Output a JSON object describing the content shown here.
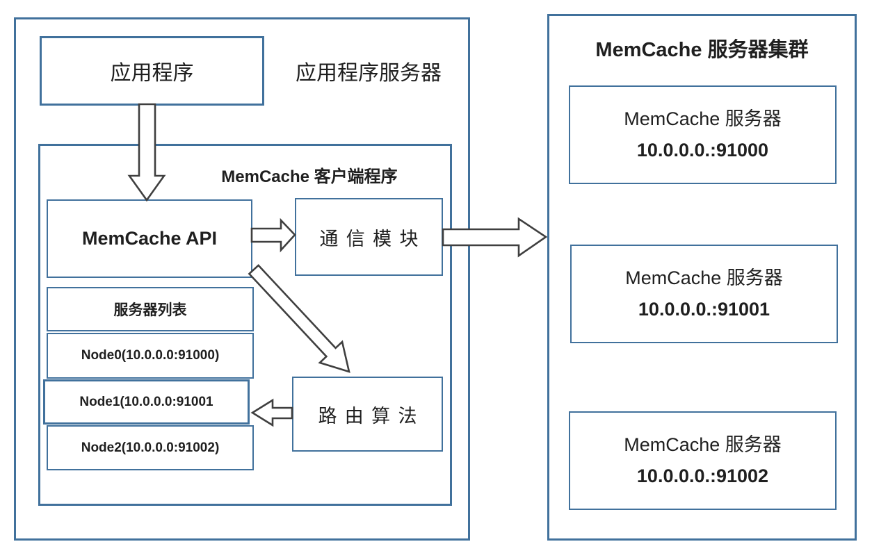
{
  "diagram": {
    "app_server": {
      "label": "应用程序服务器",
      "app_box_label": "应用程序",
      "client": {
        "label": "MemCache 客户端程序",
        "api_box_label": "MemCache API",
        "comm_box_label": "通信模块",
        "routing_box_label": "路由算法",
        "server_list": {
          "header": "服务器列表",
          "nodes": [
            "Node0(10.0.0.0:91000)",
            "Node1(10.0.0.0:91001",
            "Node2(10.0.0.0:91002)"
          ]
        }
      }
    },
    "cluster": {
      "title": "MemCache 服务器集群",
      "servers": [
        {
          "name": "MemCache 服务器",
          "address": "10.0.0.0.:91000"
        },
        {
          "name": "MemCache 服务器",
          "address": "10.0.0.0.:91001"
        },
        {
          "name": "MemCache 服务器",
          "address": "10.0.0.0.:91002"
        }
      ]
    },
    "colors": {
      "box_border": "#41719C",
      "arrow_stroke": "#3f3f3f",
      "text": "#1f1f1f"
    }
  }
}
